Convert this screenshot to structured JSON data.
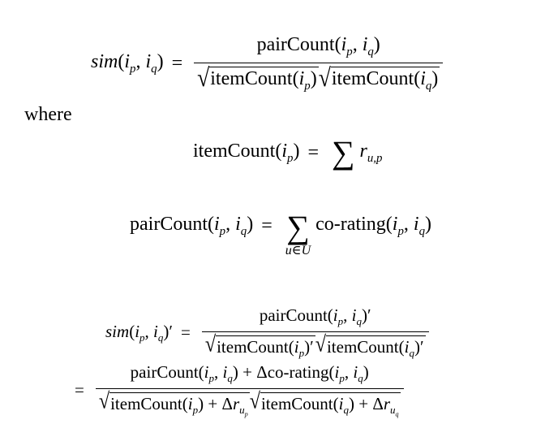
{
  "eq1": {
    "lhs": "sim(i_p, i_q) =",
    "numerator": "pairCount(i_p, i_q)",
    "denominator": "√itemCount(i_p) √itemCount(i_q)"
  },
  "where_label": "where",
  "eq2": {
    "lhs": "itemCount(i_p) =",
    "rhs": "Σ r_{u,p}"
  },
  "eq3": {
    "lhs": "pairCount(i_p, i_q) =",
    "sum_limit": "u∈U",
    "rhs": "co-rating(i_p, i_q)"
  },
  "eq4": {
    "lhs": "sim(i_p, i_q)′ =",
    "numerator": "pairCount(i_p, i_q)′",
    "denominator": "√itemCount(i_p)′ √itemCount(i_q)′"
  },
  "eq5": {
    "lhs": "=",
    "numerator": "pairCount(i_p, i_q) + Δco-rating(i_p, i_q)",
    "denominator": "√itemCount(i_p) + Δr_{u_p} √itemCount(i_q) + Δr_{u_q}"
  }
}
